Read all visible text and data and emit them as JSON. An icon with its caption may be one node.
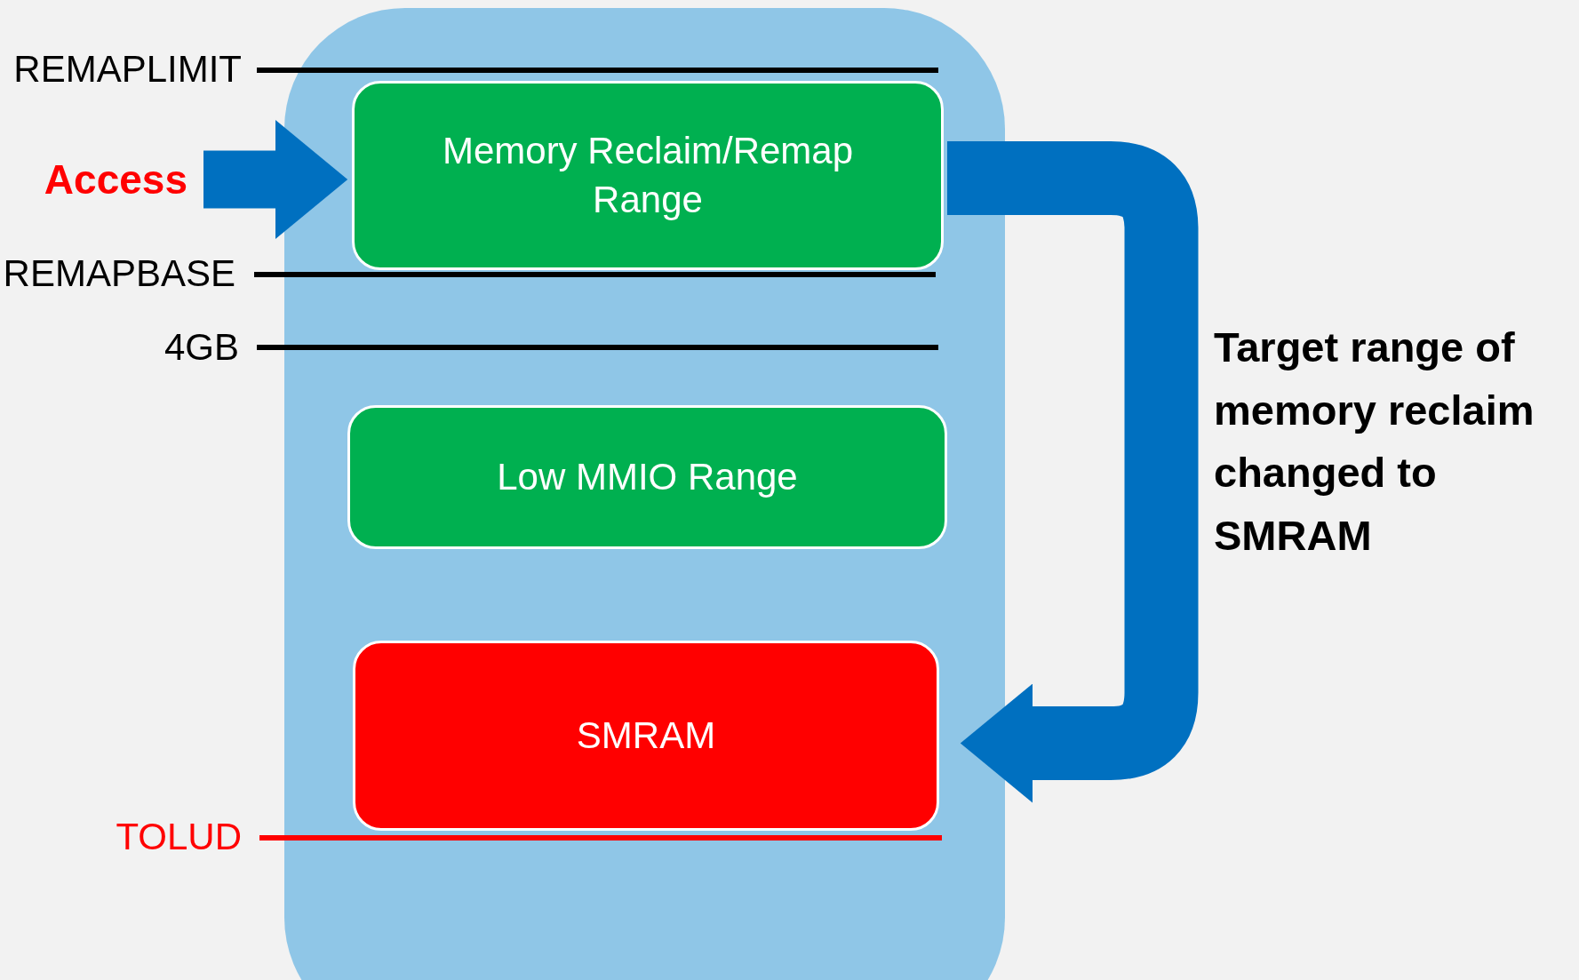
{
  "diagram": {
    "nodes": [
      {
        "text": [],
        "shape": "box"
      },
      {
        "text": [
          "Memory Reclaim/Remap Range"
        ],
        "in": 0
      },
      {
        "text": [
          "Low MMIO Range"
        ],
        "in": 0
      },
      {
        "text": [
          "SMRAM"
        ],
        "in": 0
      },
      {
        "text": [
          "Access"
        ]
      }
    ],
    "edges": [
      {
        "from": 4,
        "to": 1,
        "arrow": "to"
      },
      {
        "from": 1,
        "to": 3,
        "arrow": "to",
        "label": "Target range of memory reclaim changed to SMRAM"
      }
    ],
    "labels": [
      "REMAPLIMIT",
      "REMAPBASE",
      "4GB",
      "TOLUD"
    ]
  }
}
